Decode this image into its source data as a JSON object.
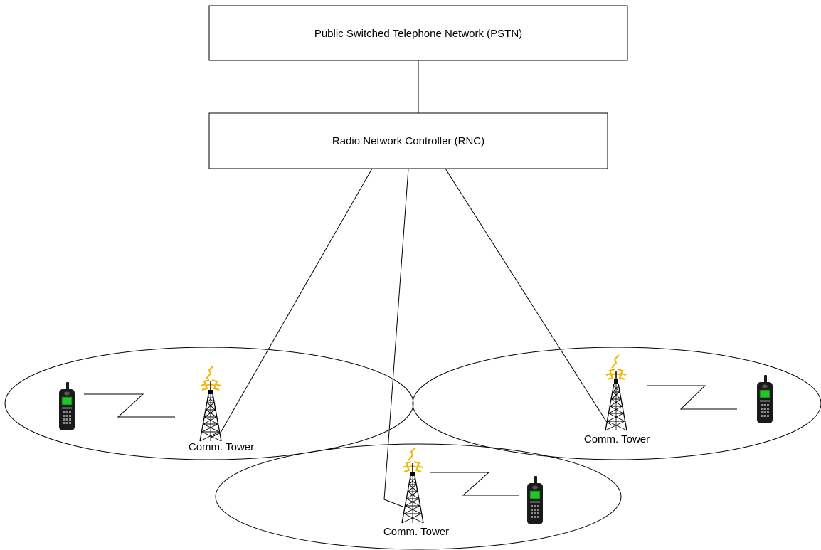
{
  "pstn": {
    "label": "Public Switched Telephone Network (PSTN)"
  },
  "rnc": {
    "label": "Radio Network Controller (RNC)"
  },
  "cells": [
    {
      "tower_label": "Comm. Tower"
    },
    {
      "tower_label": "Comm. Tower"
    },
    {
      "tower_label": "Comm. Tower"
    }
  ],
  "colors": {
    "line": "#000000",
    "phone_body": "#1a1a1a",
    "phone_screen": "#22c52a",
    "antenna_spark": "#f5b400"
  },
  "icons": [
    "comm-tower-icon",
    "mobile-phone-icon"
  ]
}
